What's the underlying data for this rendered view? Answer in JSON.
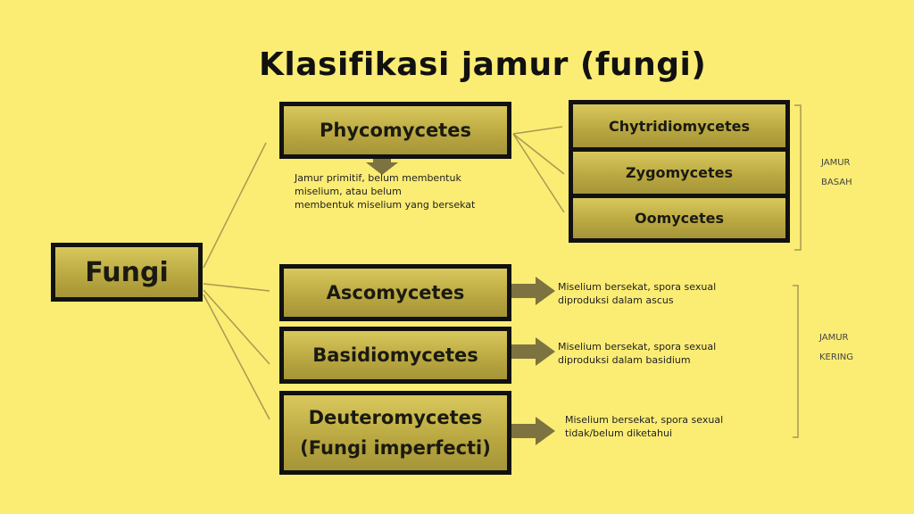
{
  "title": "Klasifikasi jamur (fungi)",
  "root": "Fungi",
  "phycomycetes": {
    "label": "Phycomycetes",
    "description": [
      "Jamur primitif, belum membentuk",
      "miselium, atau belum",
      "membentuk miselium yang bersekat"
    ],
    "subclasses": [
      "Chytridiomycetes",
      "Zygomycetes",
      "Oomycetes"
    ],
    "group_label": [
      "JAMUR",
      "BASAH"
    ]
  },
  "others": [
    {
      "label": "Ascomycetes",
      "description": [
        "Miselium bersekat, spora sexual",
        "diproduksi dalam ascus"
      ]
    },
    {
      "label": "Basidiomycetes",
      "description": [
        "Miselium bersekat, spora sexual",
        "diproduksi dalam basidium"
      ]
    },
    {
      "label": [
        "Deuteromycetes",
        "(Fungi imperfecti)"
      ],
      "description": [
        "Miselium bersekat, spora sexual",
        "tidak/belum diketahui"
      ]
    }
  ],
  "dry_group_label": [
    "JAMUR",
    "KERING"
  ],
  "colors": {
    "background": "#fbec74",
    "box": "#b8a640",
    "arrow": "#7d7340"
  }
}
